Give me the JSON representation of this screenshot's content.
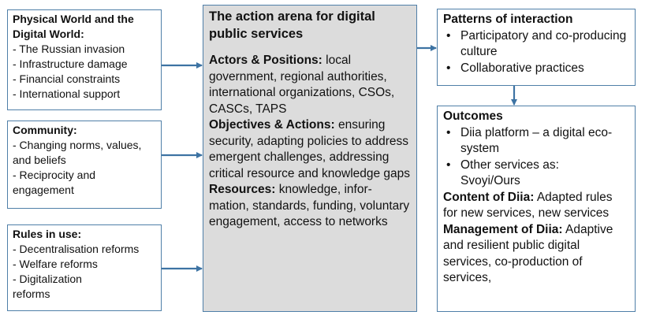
{
  "physical": {
    "title": "Physical World and the Digital World:",
    "items": [
      "- The Russian invasion",
      "- Infrastructure damage",
      "- Financial constraints",
      "- International support"
    ]
  },
  "community": {
    "title": "Community:",
    "items": [
      "- Changing norms, values, and beliefs",
      "- Reciprocity and engagement"
    ]
  },
  "rules": {
    "title": "Rules in use:",
    "items": [
      "- Decentralisation reforms",
      "- Welfare reforms",
      "- Digitalization reforms"
    ]
  },
  "arena": {
    "title": "The action arena for digital public services",
    "actors_label": "Actors & Positions:",
    "actors_text": "local government, regional authorities, international organizations, CSOs, CASCs, TAPS",
    "objectives_label": "Objectives & Actions:",
    "objectives_text": "ensuring security, adapting policies to address emergent challenges, addressing critical resource and knowledge gaps",
    "resources_label": "Resources:",
    "resources_text": "knowledge, infor-mation, standards, funding, voluntary engagement, access to networks"
  },
  "patterns": {
    "title": "Patterns of interaction",
    "items": [
      "Participatory and co-producing culture",
      "Collaborative practices"
    ]
  },
  "outcomes": {
    "title": "Outcomes",
    "items": [
      "Diia platform – a digital eco-system",
      "Other services as: Svoyi/Ours"
    ],
    "content_label": "Content of Diia:",
    "content_text": "Adapted rules for new services, new services",
    "management_label": "Management of Diia:",
    "management_text": "Adaptive and resilient public digital services, co-production of services,"
  },
  "colors": {
    "border": "#4f7fa8",
    "arrow": "#3d73a3",
    "center_fill": "#dcdcdc"
  }
}
